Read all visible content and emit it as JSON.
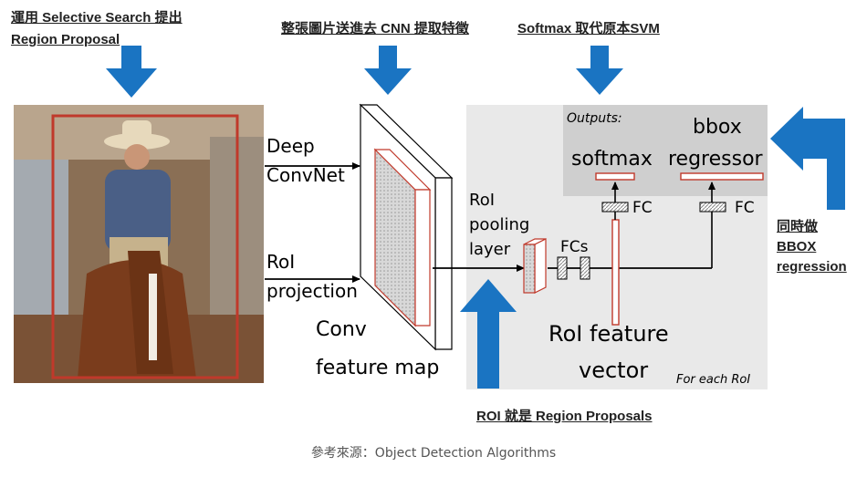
{
  "annotations": {
    "region_proposal_line1": "運用 Selective Search 提出",
    "region_proposal_line2": "Region Proposal",
    "cnn_features": "整張圖片送進去 CNN 提取特徵",
    "softmax_replaces_svm": "Softmax 取代原本SVM",
    "bbox_reg_line1": "同時做",
    "bbox_reg_line2": "BBOX",
    "bbox_reg_line3": "regression",
    "roi_is_region_proposal": "ROI 就是 Region Proposals"
  },
  "diagram": {
    "deep_convnet_line1": "Deep",
    "deep_convnet_line2": "ConvNet",
    "roi_projection_line1": "RoI",
    "roi_projection_line2": "projection",
    "conv_feature_map_line1": "Conv",
    "conv_feature_map_line2": "feature map",
    "roi_pooling_line1": "RoI",
    "roi_pooling_line2": "pooling",
    "roi_pooling_line3": "layer",
    "fcs": "FCs",
    "fc_softmax": "FC",
    "fc_bbox": "FC",
    "outputs_label": "Outputs:",
    "softmax": "softmax",
    "bbox_line1": "bbox",
    "bbox_line2": "regressor",
    "roi_feature_line1": "RoI feature",
    "roi_feature_line2": "vector",
    "for_each_roi": "For each RoI"
  },
  "caption": "參考來源：Object Detection Algorithms",
  "colors": {
    "arrow_blue": "#1a74c2",
    "proposal_red": "#c0392b",
    "panel_gray": "#e9e9e9",
    "outputs_gray": "#cfcfcf"
  },
  "icons": {
    "input_image": "cowboy-on-horse-photo",
    "down_arrows": "down-arrow-icon",
    "up_arrow": "up-arrow-icon",
    "bent_arrow": "bent-arrow-icon"
  }
}
